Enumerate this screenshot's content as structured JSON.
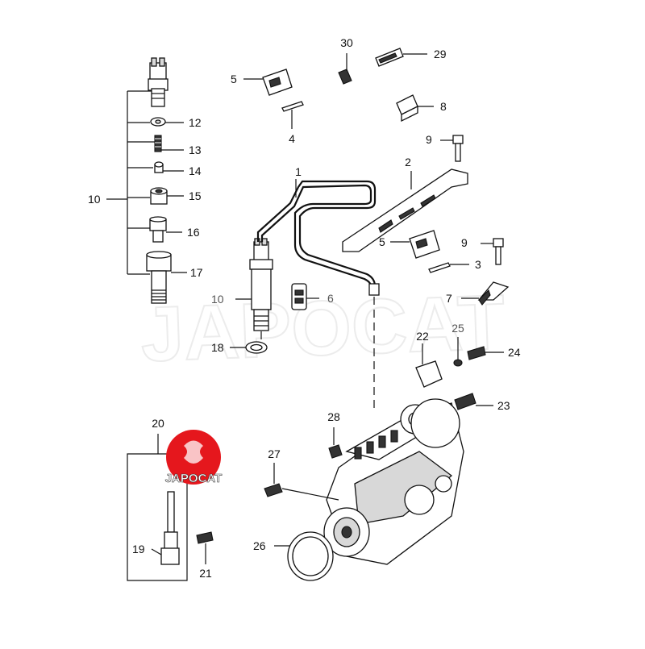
{
  "watermark": {
    "text": "JAPOCAT"
  },
  "logo": {
    "text": "JAPOCAT",
    "color": "#e5171d"
  },
  "callouts": [
    {
      "id": "c1",
      "label": "1"
    },
    {
      "id": "c2",
      "label": "2"
    },
    {
      "id": "c3",
      "label": "3"
    },
    {
      "id": "c4",
      "label": "4"
    },
    {
      "id": "c5a",
      "label": "5"
    },
    {
      "id": "c5b",
      "label": "5"
    },
    {
      "id": "c6",
      "label": "6"
    },
    {
      "id": "c7",
      "label": "7"
    },
    {
      "id": "c8",
      "label": "8"
    },
    {
      "id": "c9a",
      "label": "9"
    },
    {
      "id": "c9b",
      "label": "9"
    },
    {
      "id": "c10a",
      "label": "10"
    },
    {
      "id": "c10b",
      "label": "10"
    },
    {
      "id": "c12",
      "label": "12"
    },
    {
      "id": "c13",
      "label": "13"
    },
    {
      "id": "c14",
      "label": "14"
    },
    {
      "id": "c15",
      "label": "15"
    },
    {
      "id": "c16",
      "label": "16"
    },
    {
      "id": "c17",
      "label": "17"
    },
    {
      "id": "c18",
      "label": "18"
    },
    {
      "id": "c19",
      "label": "19"
    },
    {
      "id": "c20",
      "label": "20"
    },
    {
      "id": "c21",
      "label": "21"
    },
    {
      "id": "c22",
      "label": "22"
    },
    {
      "id": "c23",
      "label": "23"
    },
    {
      "id": "c24",
      "label": "24"
    },
    {
      "id": "c25",
      "label": "25"
    },
    {
      "id": "c26",
      "label": "26"
    },
    {
      "id": "c27",
      "label": "27"
    },
    {
      "id": "c28",
      "label": "28"
    },
    {
      "id": "c29",
      "label": "29"
    },
    {
      "id": "c30",
      "label": "30"
    }
  ]
}
